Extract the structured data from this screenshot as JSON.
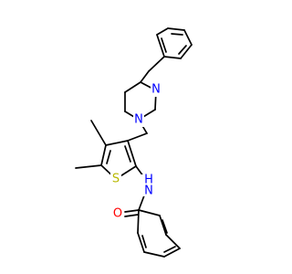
{
  "molecule": {
    "atoms": {
      "piperazine_n_top": "N",
      "piperazine_n_bottom": "N",
      "thiophene_s": "S",
      "amide_nh": "H",
      "amide_n": "N",
      "carbonyl_o": "O"
    },
    "colors": {
      "bond": "#000000",
      "nitrogen": "#0000ff",
      "oxygen": "#ff0000",
      "sulfur": "#b8b800",
      "background": "#ffffff"
    }
  }
}
